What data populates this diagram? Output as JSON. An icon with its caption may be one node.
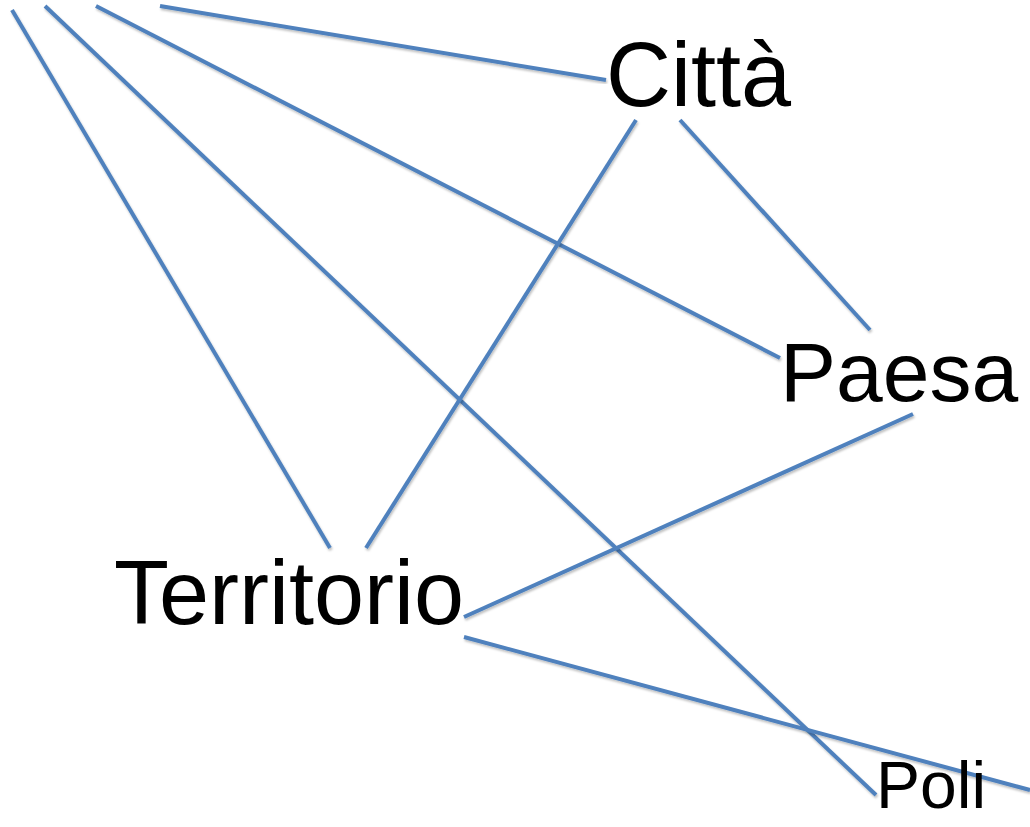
{
  "diagram": {
    "nodes": [
      {
        "text": [
          "Città"
        ]
      },
      {
        "text": [
          "Paesa"
        ]
      },
      {
        "text": [
          "Territorio"
        ]
      },
      {
        "text": [
          "Poli"
        ]
      }
    ],
    "edges": [
      {
        "from": null,
        "to": 0,
        "arrow": "none"
      },
      {
        "from": null,
        "to": 1,
        "arrow": "none"
      },
      {
        "from": null,
        "to": 2,
        "arrow": "none"
      },
      {
        "from": null,
        "to": 3,
        "arrow": "none"
      },
      {
        "from": 0,
        "to": 2,
        "arrow": "none"
      },
      {
        "from": 0,
        "to": 1,
        "arrow": "none"
      },
      {
        "from": 1,
        "to": 2,
        "arrow": "none"
      },
      {
        "from": 2,
        "to": null,
        "arrow": "none"
      }
    ]
  }
}
